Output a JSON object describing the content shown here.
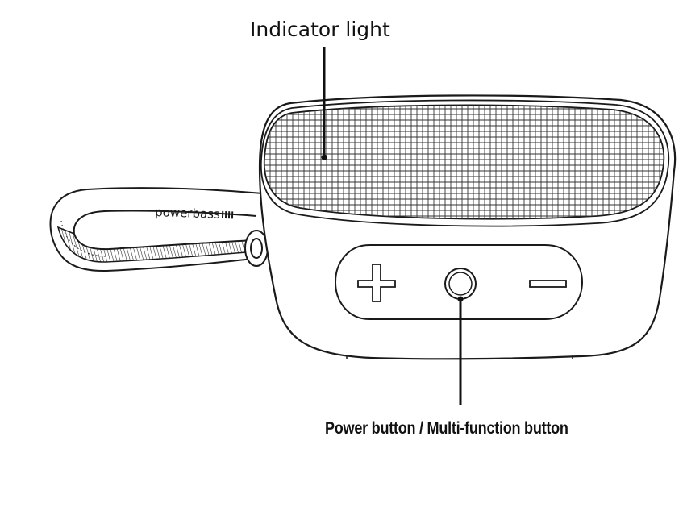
{
  "callouts": {
    "indicator_light": "Indicator light",
    "power_button": "Power button / Multi-function button"
  },
  "brand_logo_text": "powerbass",
  "icons": [
    "volume-up-plus-icon",
    "power-button-icon",
    "volume-down-minus-icon"
  ],
  "colors": {
    "line": "#1a1a1a",
    "grille_fill": "#ffffff",
    "background": "#ffffff"
  }
}
